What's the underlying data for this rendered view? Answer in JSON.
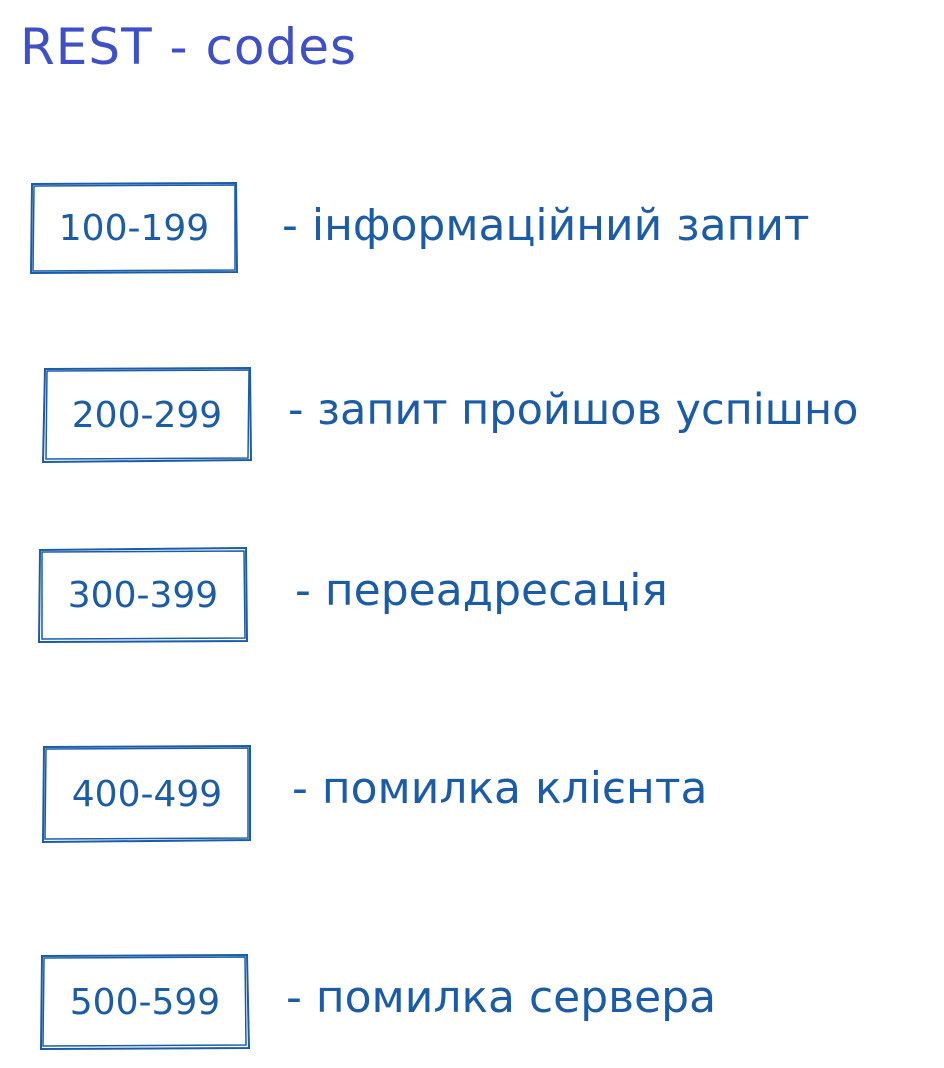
{
  "title": "REST - codes",
  "colors": {
    "title": "#3f4fc7",
    "ink": "#1b5ca8",
    "background": "#ffffff"
  },
  "rows": [
    {
      "code": "100-199",
      "description": "- інформаційний запит"
    },
    {
      "code": "200-299",
      "description": "- запит пройшов успішно"
    },
    {
      "code": "300-399",
      "description": "- переадресація"
    },
    {
      "code": "400-499",
      "description": "- помилка клієнта"
    },
    {
      "code": "500-599",
      "description": "- помилка сервера"
    }
  ]
}
